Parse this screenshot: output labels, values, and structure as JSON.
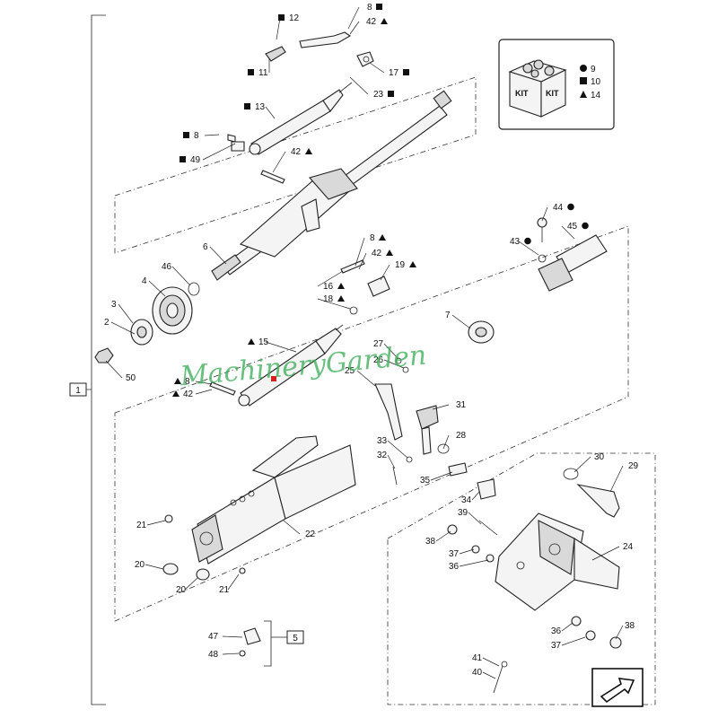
{
  "watermark": "MachineryGarden",
  "kit": {
    "words": [
      "KIT",
      "KIT"
    ],
    "legend": [
      {
        "symbol": "circle",
        "value": "9"
      },
      {
        "symbol": "square",
        "value": "10"
      },
      {
        "symbol": "triangle",
        "value": "14"
      }
    ]
  },
  "assembly_label": "1",
  "sub_assembly_label": "5",
  "callouts": [
    {
      "id": "c12",
      "text": "12",
      "symbol": "square"
    },
    {
      "id": "c8a",
      "text": "8",
      "symbol": "square"
    },
    {
      "id": "c42a",
      "text": "42",
      "symbol": "triangle"
    },
    {
      "id": "c11",
      "text": "11",
      "symbol": "square"
    },
    {
      "id": "c17",
      "text": "17",
      "symbol": "square"
    },
    {
      "id": "c23",
      "text": "23",
      "symbol": "square"
    },
    {
      "id": "c13",
      "text": "13",
      "symbol": "square"
    },
    {
      "id": "c8b",
      "text": "8",
      "symbol": "square"
    },
    {
      "id": "c49",
      "text": "49",
      "symbol": "square"
    },
    {
      "id": "c42b",
      "text": "42",
      "symbol": "triangle"
    },
    {
      "id": "c6",
      "text": "6",
      "symbol": ""
    },
    {
      "id": "c46",
      "text": "46",
      "symbol": ""
    },
    {
      "id": "c4",
      "text": "4",
      "symbol": ""
    },
    {
      "id": "c3",
      "text": "3",
      "symbol": ""
    },
    {
      "id": "c2",
      "text": "2",
      "symbol": ""
    },
    {
      "id": "c50",
      "text": "50",
      "symbol": ""
    },
    {
      "id": "c8c",
      "text": "8",
      "symbol": "triangle"
    },
    {
      "id": "c42c",
      "text": "42",
      "symbol": "triangle"
    },
    {
      "id": "c19",
      "text": "19",
      "symbol": "triangle"
    },
    {
      "id": "c16",
      "text": "16",
      "symbol": "triangle"
    },
    {
      "id": "c18",
      "text": "18",
      "symbol": "triangle"
    },
    {
      "id": "c15",
      "text": "15",
      "symbol": "triangle"
    },
    {
      "id": "c8d",
      "text": "8",
      "symbol": "triangle"
    },
    {
      "id": "c42d",
      "text": "42",
      "symbol": "triangle"
    },
    {
      "id": "c44",
      "text": "44",
      "symbol": "circle"
    },
    {
      "id": "c45",
      "text": "45",
      "symbol": "circle"
    },
    {
      "id": "c43",
      "text": "43",
      "symbol": "circle"
    },
    {
      "id": "c7",
      "text": "7",
      "symbol": ""
    },
    {
      "id": "c27",
      "text": "27",
      "symbol": ""
    },
    {
      "id": "c26",
      "text": "26",
      "symbol": ""
    },
    {
      "id": "c25",
      "text": "25",
      "symbol": ""
    },
    {
      "id": "c31",
      "text": "31",
      "symbol": ""
    },
    {
      "id": "c28",
      "text": "28",
      "symbol": ""
    },
    {
      "id": "c33",
      "text": "33",
      "symbol": ""
    },
    {
      "id": "c32",
      "text": "32",
      "symbol": ""
    },
    {
      "id": "c35",
      "text": "35",
      "symbol": ""
    },
    {
      "id": "c30",
      "text": "30",
      "symbol": ""
    },
    {
      "id": "c29",
      "text": "29",
      "symbol": ""
    },
    {
      "id": "c34",
      "text": "34",
      "symbol": ""
    },
    {
      "id": "c39",
      "text": "39",
      "symbol": ""
    },
    {
      "id": "c38a",
      "text": "38",
      "symbol": ""
    },
    {
      "id": "c37a",
      "text": "37",
      "symbol": ""
    },
    {
      "id": "c36a",
      "text": "36",
      "symbol": ""
    },
    {
      "id": "c24",
      "text": "24",
      "symbol": ""
    },
    {
      "id": "c21a",
      "text": "21",
      "symbol": ""
    },
    {
      "id": "c22",
      "text": "22",
      "symbol": ""
    },
    {
      "id": "c20a",
      "text": "20",
      "symbol": ""
    },
    {
      "id": "c20b",
      "text": "20",
      "symbol": ""
    },
    {
      "id": "c21b",
      "text": "21",
      "symbol": ""
    },
    {
      "id": "c47",
      "text": "47",
      "symbol": ""
    },
    {
      "id": "c48",
      "text": "48",
      "symbol": ""
    },
    {
      "id": "c36b",
      "text": "36",
      "symbol": ""
    },
    {
      "id": "c37b",
      "text": "37",
      "symbol": ""
    },
    {
      "id": "c38b",
      "text": "38",
      "symbol": ""
    },
    {
      "id": "c41",
      "text": "41",
      "symbol": ""
    },
    {
      "id": "c40",
      "text": "40",
      "symbol": ""
    }
  ]
}
